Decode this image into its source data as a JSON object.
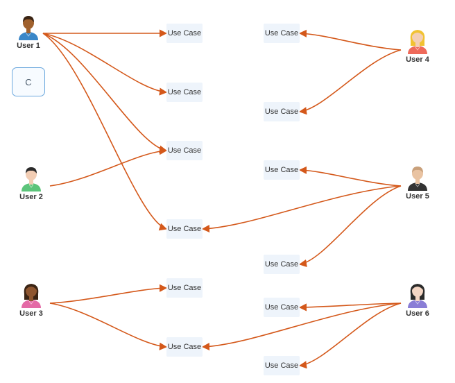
{
  "button": {
    "label": "C"
  },
  "actors": [
    {
      "id": "user1",
      "label": "User 1",
      "icon": "male-user-blue-icon",
      "skin": "#a0612d",
      "hair": "#3a2414",
      "shirt": "#3a87c8",
      "long_hair": false
    },
    {
      "id": "user2",
      "label": "User 2",
      "icon": "male-user-green-icon",
      "skin": "#f2cdb4",
      "hair": "#2a2a2a",
      "shirt": "#5cc47a",
      "long_hair": false
    },
    {
      "id": "user3",
      "label": "User 3",
      "icon": "female-user-pink-icon",
      "skin": "#8e5630",
      "hair": "#3a2414",
      "shirt": "#e46aa6",
      "long_hair": true
    },
    {
      "id": "user4",
      "label": "User 4",
      "icon": "female-user-blonde-icon",
      "skin": "#f4cfb5",
      "hair": "#f1c232",
      "shirt": "#ef6a5a",
      "long_hair": true
    },
    {
      "id": "user5",
      "label": "User 5",
      "icon": "male-user-dark-icon",
      "skin": "#e9c3a2",
      "hair": "#c9a07a",
      "shirt": "#333333",
      "long_hair": false
    },
    {
      "id": "user6",
      "label": "User 6",
      "icon": "female-user-purple-icon",
      "skin": "#f4d6c4",
      "hair": "#2a2a2a",
      "shirt": "#8a7ed6",
      "long_hair": true
    }
  ],
  "use_cases": [
    {
      "id": "uc_l1",
      "label": "Use Case"
    },
    {
      "id": "uc_l2",
      "label": "Use Case"
    },
    {
      "id": "uc_l3",
      "label": "Use Case"
    },
    {
      "id": "uc_l4",
      "label": "Use Case"
    },
    {
      "id": "uc_l5",
      "label": "Use Case"
    },
    {
      "id": "uc_l6",
      "label": "Use Case"
    },
    {
      "id": "uc_r1",
      "label": "Use Case"
    },
    {
      "id": "uc_r2",
      "label": "Use Case"
    },
    {
      "id": "uc_r3",
      "label": "Use Case"
    },
    {
      "id": "uc_r4",
      "label": "Use Case"
    },
    {
      "id": "uc_r5",
      "label": "Use Case"
    },
    {
      "id": "uc_r6",
      "label": "Use Case"
    }
  ],
  "connections": [
    {
      "from": "user1",
      "to": "uc_l1"
    },
    {
      "from": "user1",
      "to": "uc_l2"
    },
    {
      "from": "user1",
      "to": "uc_l3"
    },
    {
      "from": "user1",
      "to": "uc_l4"
    },
    {
      "from": "user2",
      "to": "uc_l3"
    },
    {
      "from": "user3",
      "to": "uc_l5"
    },
    {
      "from": "user3",
      "to": "uc_l6"
    },
    {
      "from": "user4",
      "to": "uc_r1"
    },
    {
      "from": "user4",
      "to": "uc_r2"
    },
    {
      "from": "user5",
      "to": "uc_r3"
    },
    {
      "from": "user5",
      "to": "uc_l4"
    },
    {
      "from": "user5",
      "to": "uc_r4"
    },
    {
      "from": "user6",
      "to": "uc_r5"
    },
    {
      "from": "user6",
      "to": "uc_l6"
    },
    {
      "from": "user6",
      "to": "uc_r6"
    }
  ],
  "colors": {
    "connector": "#d4581a",
    "use_case_bg": "#eef4fb",
    "button_border": "#6aa7dd"
  }
}
